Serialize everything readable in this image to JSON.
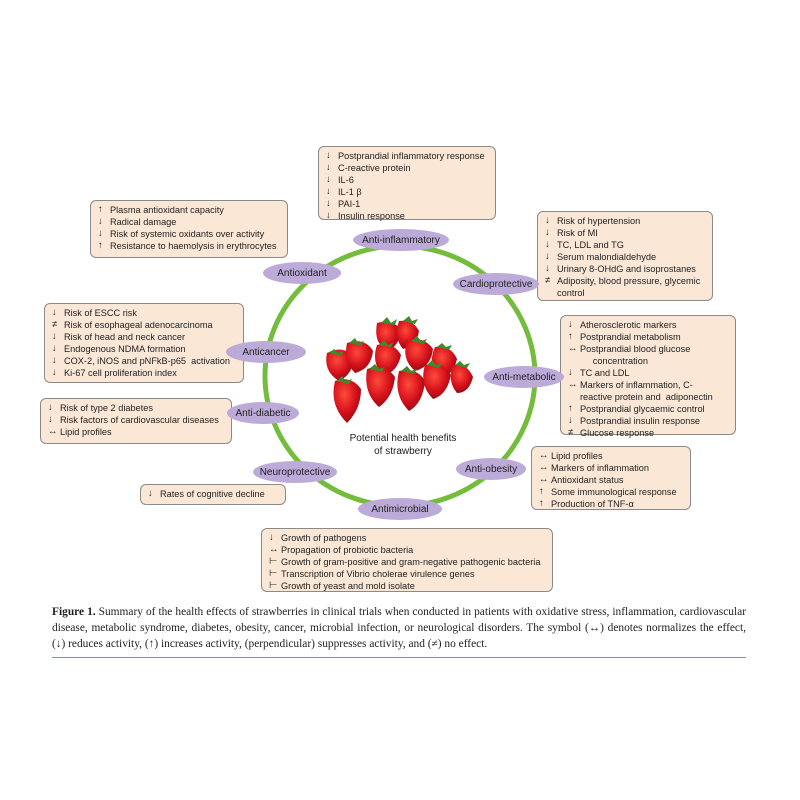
{
  "center_caption": "Potential health benefits\nof strawberry",
  "figure_caption": {
    "label": "Figure 1.",
    "text": " Summary of the health effects of strawberries in clinical trials when conducted in patients with oxidative stress, inflammation, cardiovascular disease, metabolic syndrome, diabetes, obesity, cancer, microbial infection, or neurological disorders. The symbol (↔) denotes normalizes the effect, (↓) reduces activity, (↑) increases activity, (perpendicular) suppresses activity, and (≠) no effect."
  },
  "categories": [
    {
      "key": "antiinflammatory",
      "label": "Anti-inflammatory",
      "items": [
        {
          "sym": "↓",
          "text": "Postprandial inflammatory response"
        },
        {
          "sym": "↓",
          "text": "C-reactive protein"
        },
        {
          "sym": "↓",
          "text": "IL-6"
        },
        {
          "sym": "↓",
          "text": "IL-1 β"
        },
        {
          "sym": "↓",
          "text": "PAI-1"
        },
        {
          "sym": "↓",
          "text": "Insulin response"
        }
      ]
    },
    {
      "key": "antioxidant",
      "label": "Antioxidant",
      "items": [
        {
          "sym": "↑",
          "text": "Plasma antioxidant capacity"
        },
        {
          "sym": "↓",
          "text": "Radical damage"
        },
        {
          "sym": "↓",
          "text": "Risk of systemic oxidants over activity"
        },
        {
          "sym": "↑",
          "text": "Resistance to haemolysis in erythrocytes"
        }
      ]
    },
    {
      "key": "cardioprotective",
      "label": "Cardioprotective",
      "items": [
        {
          "sym": "↓",
          "text": "Risk of hypertension"
        },
        {
          "sym": "↓",
          "text": "Risk of MI"
        },
        {
          "sym": "↓",
          "text": "TC, LDL and TG"
        },
        {
          "sym": "↓",
          "text": "Serum malondialdehyde"
        },
        {
          "sym": "↓",
          "text": "Urinary 8-OHdG and isoprostanes"
        },
        {
          "sym": "≠",
          "text": "Adiposity, blood pressure, glycemic\ncontrol"
        }
      ]
    },
    {
      "key": "anticancer",
      "label": "Anticancer",
      "items": [
        {
          "sym": "↓",
          "text": "Risk of ESCC risk"
        },
        {
          "sym": "≠",
          "text": "Risk of esophageal adenocarcinoma"
        },
        {
          "sym": "↓",
          "text": "Risk of head and neck cancer"
        },
        {
          "sym": "↓",
          "text": "Endogenous NDMA formation"
        },
        {
          "sym": "↓",
          "text": "COX-2, iNOS and pNFkB-p65  activation"
        },
        {
          "sym": "↓",
          "text": "Ki-67 cell proliferation index"
        }
      ]
    },
    {
      "key": "antimetabolic",
      "label": "Anti-metabolic",
      "items": [
        {
          "sym": "↓",
          "text": "Atherosclerotic markers"
        },
        {
          "sym": "↑",
          "text": "Postprandial metabolism"
        },
        {
          "sym": "↔",
          "text": "Postprandial blood glucose\n     concentration"
        },
        {
          "sym": "↓",
          "text": "TC and LDL"
        },
        {
          "sym": "↔",
          "text": "Markers of inflammation, C-\nreactive protein and  adiponectin"
        },
        {
          "sym": "↑",
          "text": "Postprandial glycaemic control"
        },
        {
          "sym": "↓",
          "text": "Postprandial insulin response"
        },
        {
          "sym": "≠",
          "text": "Glucose response"
        }
      ]
    },
    {
      "key": "antidiabetic",
      "label": "Anti-diabetic",
      "items": [
        {
          "sym": "↓",
          "text": "Risk of type 2 diabetes"
        },
        {
          "sym": "↓",
          "text": "Risk factors of cardiovascular diseases"
        },
        {
          "sym": "↔",
          "text": "Lipid profiles"
        }
      ]
    },
    {
      "key": "antiobesity",
      "label": "Anti-obesity",
      "items": [
        {
          "sym": "↔",
          "text": "Lipid profiles"
        },
        {
          "sym": "↔",
          "text": "Markers of inflammation"
        },
        {
          "sym": "↔",
          "text": "Antioxidant status"
        },
        {
          "sym": "↑",
          "text": "Some immunological response"
        },
        {
          "sym": "↑",
          "text": "Production of TNF-α"
        }
      ]
    },
    {
      "key": "neuroprotective",
      "label": "Neuroprotective",
      "items": [
        {
          "sym": "↓",
          "text": "Rates of cognitive decline"
        }
      ]
    },
    {
      "key": "antimicrobial",
      "label": "Antimicrobial",
      "items": [
        {
          "sym": "↓",
          "text": "Growth of pathogens"
        },
        {
          "sym": "↔",
          "text": "Propagation of probiotic bacteria"
        },
        {
          "sym": "⊢",
          "text": "Growth of gram-positive and gram-negative pathogenic bacteria"
        },
        {
          "sym": "⊢",
          "text": "Transcription of Vibrio cholerae virulence genes"
        },
        {
          "sym": "⊢",
          "text": "Growth of yeast and mold isolate"
        }
      ]
    }
  ],
  "colors": {
    "ring": "#74bd3c",
    "pill": "#bcaad8",
    "box": "#fbe7d6",
    "rule": "#6a9fa6"
  }
}
